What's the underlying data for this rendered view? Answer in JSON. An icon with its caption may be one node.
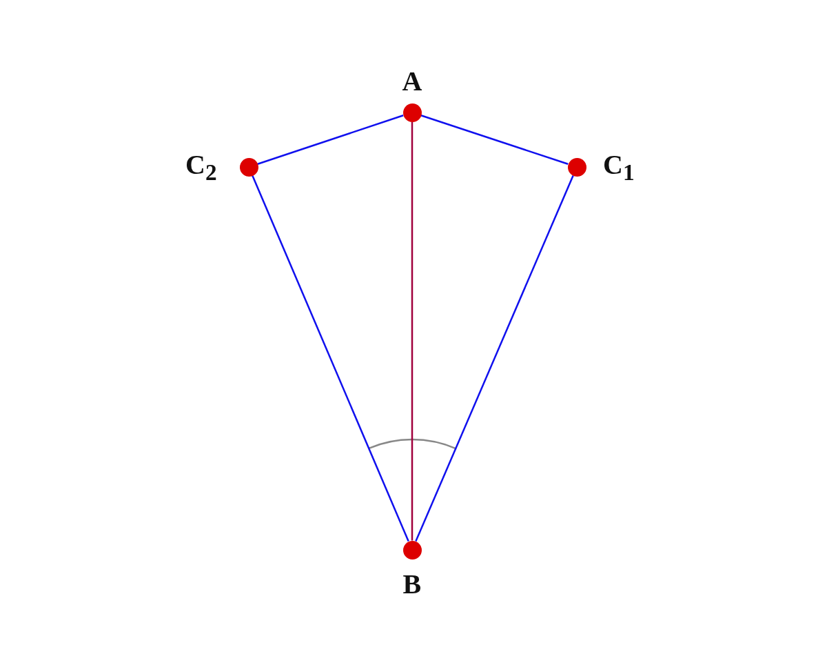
{
  "diagram": {
    "nodes": [
      {
        "text": [
          "A"
        ]
      },
      {
        "text": [
          "C$_{2}$"
        ]
      },
      {
        "text": [
          "C$_{1}$"
        ]
      },
      {
        "text": [
          "B"
        ]
      }
    ],
    "edges": [
      {
        "from": 0,
        "to": 1,
        "arrow": "none"
      },
      {
        "from": 0,
        "to": 2,
        "arrow": "none"
      },
      {
        "from": 1,
        "to": 3,
        "arrow": "none"
      },
      {
        "from": 2,
        "to": 3,
        "arrow": "none"
      },
      {
        "from": 0,
        "to": 3,
        "arrow": "none",
        "color": "#a0003c"
      }
    ]
  }
}
